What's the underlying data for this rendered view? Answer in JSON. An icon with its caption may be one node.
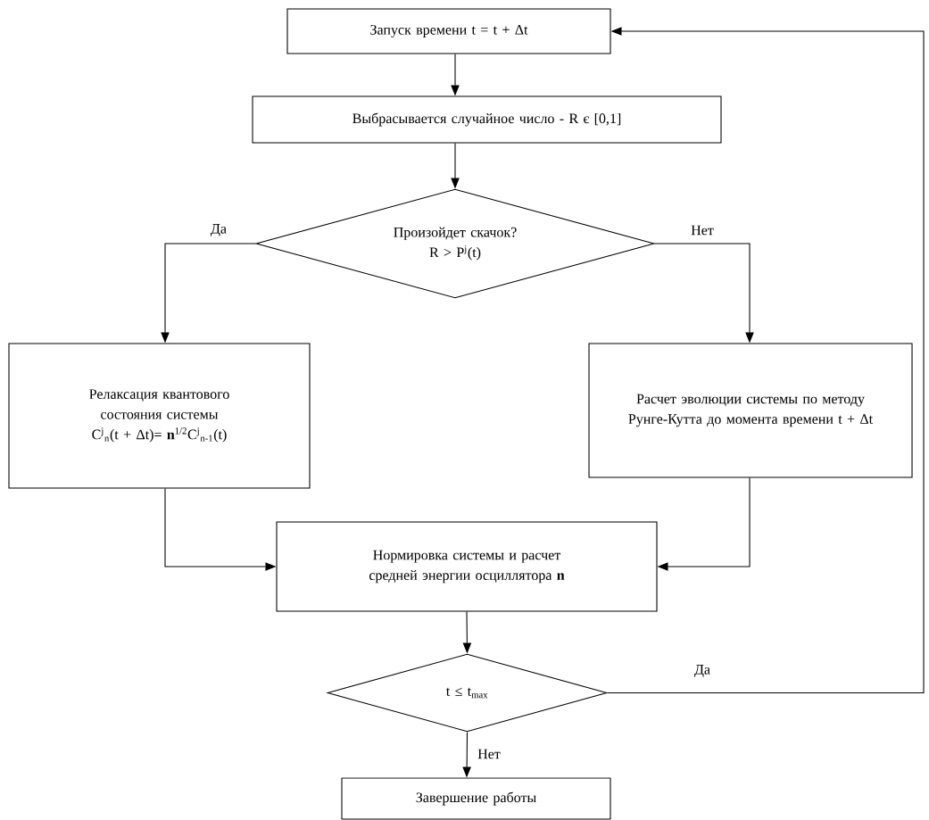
{
  "diagram": {
    "nodes": [
      {
        "text": [
          "Запуск времени t = t + Δt"
        ]
      },
      {
        "text": [
          "Выбрасывается случайное число - R є [0,1]"
        ]
      },
      {
        "text": [
          "Произойдет скачок?",
          "R > P$^{j}$(t)"
        ]
      },
      {
        "text": [
          "Релаксация квантового состояния системы",
          "C$^{j}$$_{n}$(t + Δt)= **n**$^{1/2}$C$^{j}$$_{n-1}$(t)"
        ]
      },
      {
        "text": [
          "Расчет эволюции системы по методу Рунге-Кутта до момента времени t + Δt"
        ]
      },
      {
        "text": [
          "Нормировка системы и расчет средней энергии осциллятора **n**"
        ]
      },
      {
        "text": [
          "t ≤ t$_{max}$"
        ]
      },
      {
        "text": [
          "Завершение работы"
        ]
      }
    ],
    "edges": [
      {
        "from": 0,
        "to": 1,
        "arrow": "to"
      },
      {
        "from": 1,
        "to": 2,
        "arrow": "to"
      },
      {
        "from": 2,
        "to": 3,
        "arrow": "to",
        "label": "Да"
      },
      {
        "from": 2,
        "to": 4,
        "arrow": "to",
        "label": "Нет"
      },
      {
        "from": 3,
        "to": 5,
        "arrow": "to"
      },
      {
        "from": 4,
        "to": 5,
        "arrow": "to"
      },
      {
        "from": 5,
        "to": 6,
        "arrow": "to"
      },
      {
        "from": 6,
        "to": 7,
        "arrow": "to",
        "label": "Нет"
      },
      {
        "from": 6,
        "to": 0,
        "arrow": "to",
        "label": "Да"
      }
    ]
  }
}
